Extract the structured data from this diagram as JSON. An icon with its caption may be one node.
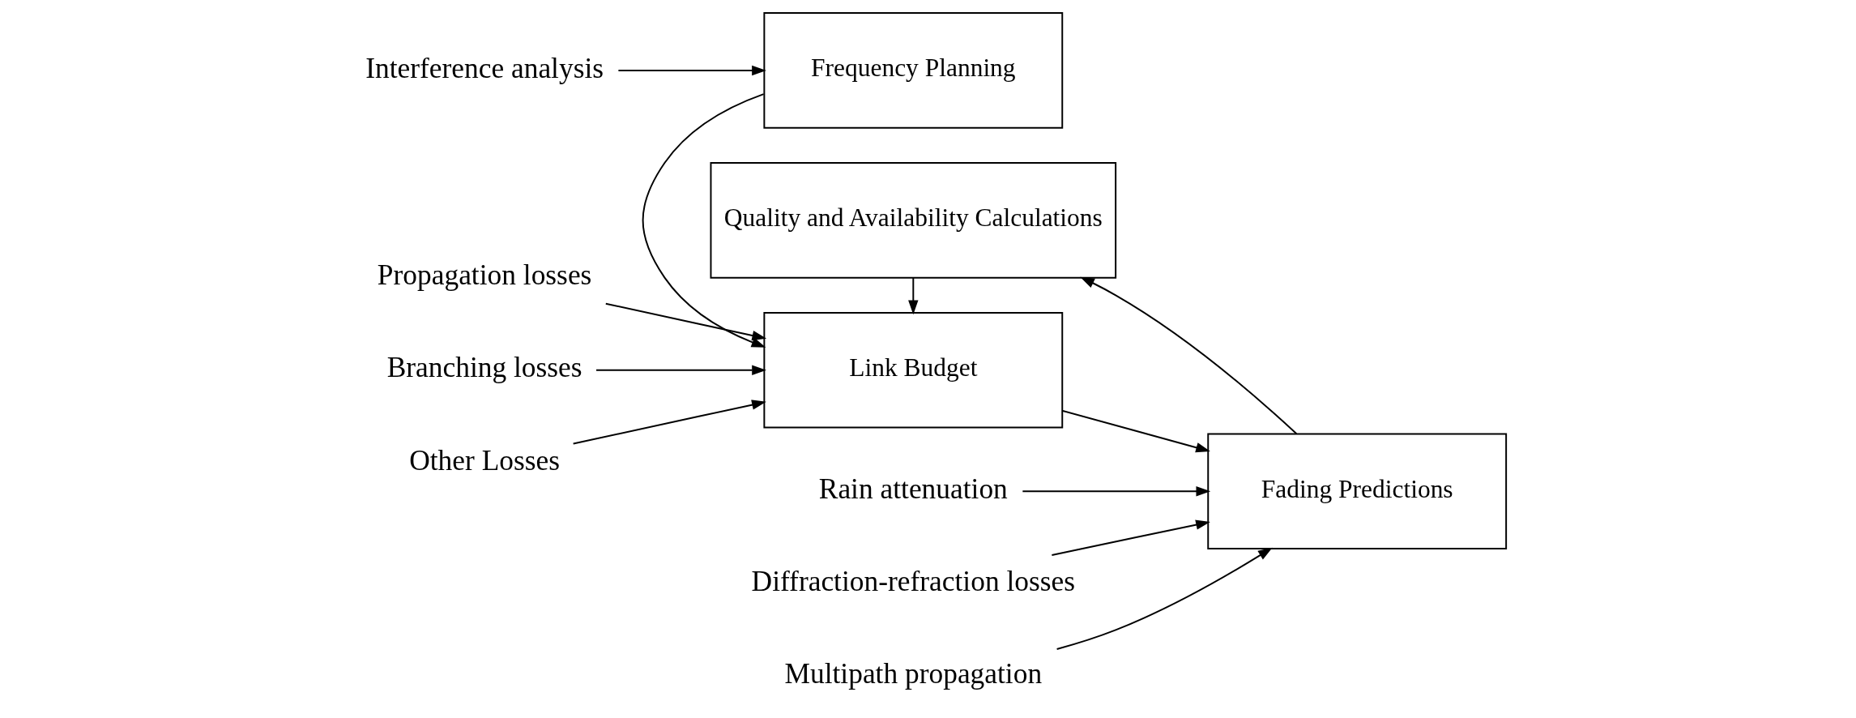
{
  "diagram": {
    "nodes": [
      {
        "text": [
          "Interference analysis"
        ]
      },
      {
        "text": [
          "Frequency Planning"
        ]
      },
      {
        "text": [
          "Propagation losses"
        ]
      },
      {
        "text": [
          "Branching losses"
        ]
      },
      {
        "text": [
          "Other Losses"
        ]
      },
      {
        "text": [
          "Link Budget"
        ]
      },
      {
        "text": [
          "Fading Predictions"
        ]
      },
      {
        "text": [
          "Rain attenuation"
        ]
      },
      {
        "text": [
          "Diffraction-refraction losses"
        ]
      },
      {
        "text": [
          "Multipath propagation"
        ]
      },
      {
        "text": [
          "Quality and Availability Calculations"
        ]
      }
    ],
    "edges": [
      {
        "from": 0,
        "to": 1,
        "arrow": "to"
      },
      {
        "from": 1,
        "to": 5,
        "arrow": "to"
      },
      {
        "from": 2,
        "to": 5,
        "arrow": "to"
      },
      {
        "from": 3,
        "to": 5,
        "arrow": "to"
      },
      {
        "from": 4,
        "to": 5,
        "arrow": "to"
      },
      {
        "from": 5,
        "to": 6,
        "arrow": "to"
      },
      {
        "from": 7,
        "to": 6,
        "arrow": "to"
      },
      {
        "from": 8,
        "to": 6,
        "arrow": "to"
      },
      {
        "from": 9,
        "to": 6,
        "arrow": "to"
      },
      {
        "from": 6,
        "to": 10,
        "arrow": "to"
      },
      {
        "from": 10,
        "to": 5,
        "arrow": "to"
      }
    ]
  }
}
